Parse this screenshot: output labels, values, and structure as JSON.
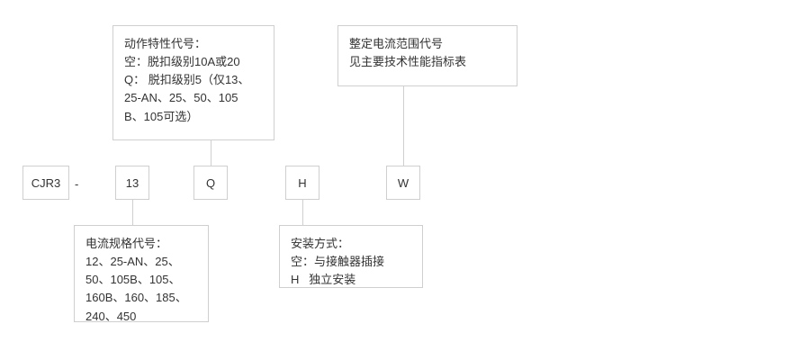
{
  "diagram": {
    "title_code_parts": [
      {
        "id": "series",
        "label": "CJR3"
      },
      {
        "id": "separator",
        "label": "-"
      },
      {
        "id": "current-spec",
        "label": "13"
      },
      {
        "id": "action-characteristic",
        "label": "Q"
      },
      {
        "id": "mounting",
        "label": "H"
      },
      {
        "id": "setting-current-range",
        "label": "W"
      }
    ],
    "notes": {
      "action_characteristic": "动作特性代号：\n空：脱扣级别10A或20\nQ： 脱扣级别5（仅13、\n25-AN、25、50、105\nB、105可选）",
      "setting_current_range": "整定电流范围代号\n见主要技术性能指标表",
      "current_spec": "电流规格代号：\n12、25-AN、25、\n50、105B、105、\n160B、160、185、\n240、450",
      "mounting": "安装方式：\n空：与接触器插接\nH   独立安装"
    },
    "colors": {
      "border": "#cfcfcf",
      "text": "#333333",
      "background": "#ffffff"
    }
  }
}
